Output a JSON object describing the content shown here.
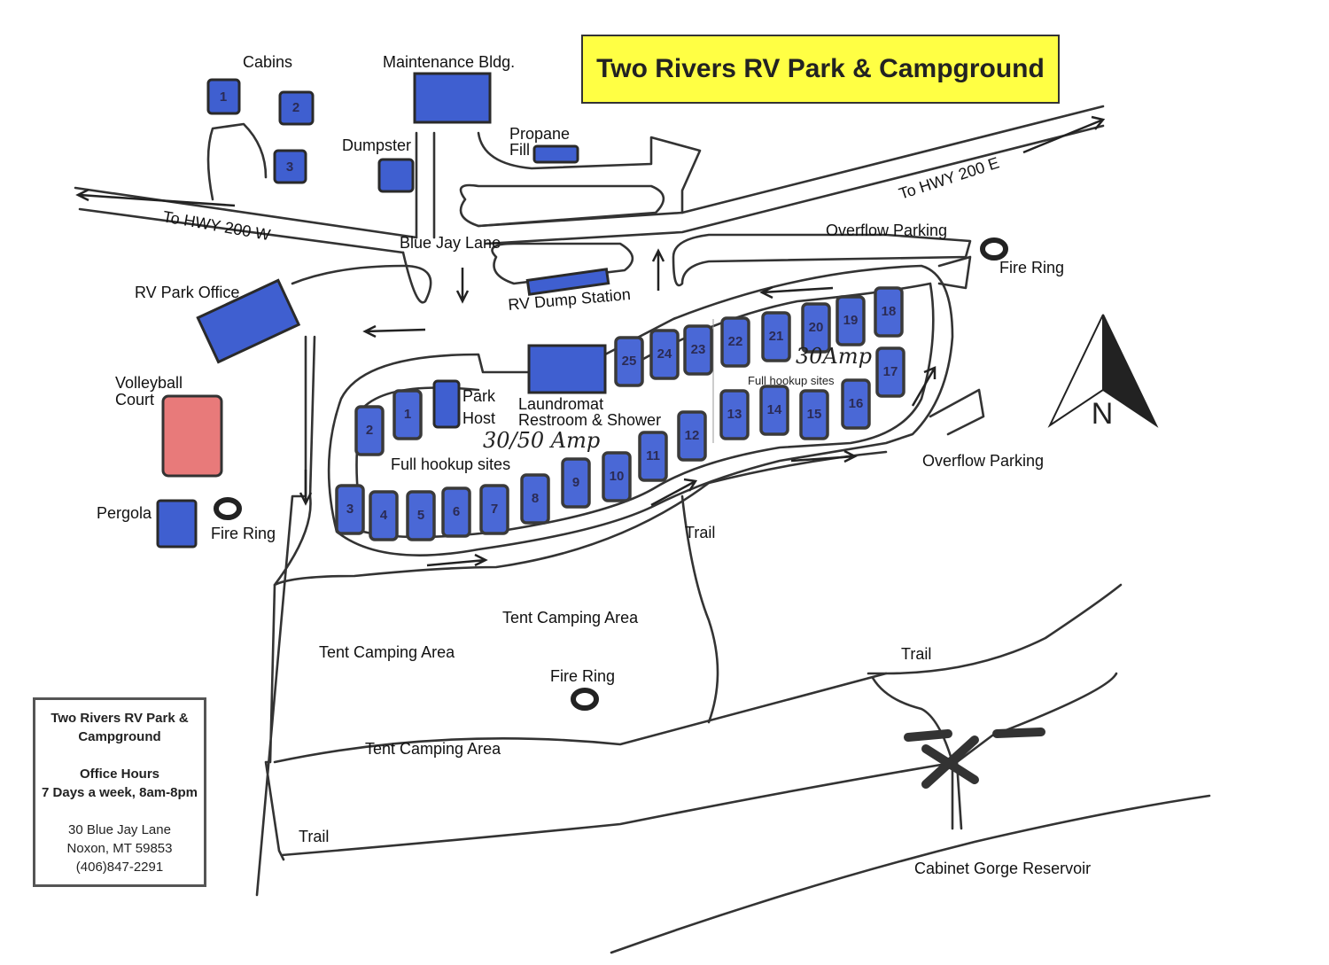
{
  "title": "Two Rivers RV Park & Campground",
  "info_box": {
    "name_line1": "Two Rivers RV Park &",
    "name_line2": "Campground",
    "hours_title": "Office Hours",
    "hours": "7 Days a week, 8am-8pm",
    "address1": "30 Blue Jay Lane",
    "address2": "Noxon, MT  59853",
    "phone": "(406)847-2291"
  },
  "labels": {
    "cabins": "Cabins",
    "maintenance": "Maintenance Bldg.",
    "dumpster": "Dumpster",
    "propane1": "Propane",
    "propane2": "Fill",
    "hwy_w": "To HWY 200 W",
    "hwy_e": "To HWY 200 E",
    "blue_jay": "Blue Jay Lane",
    "overflow_top": "Overflow Parking",
    "overflow_right": "Overflow Parking",
    "fire_ring_ne": "Fire Ring",
    "fire_ring_w": "Fire Ring",
    "fire_ring_c": "Fire Ring",
    "rv_office": "RV Park Office",
    "rv_dump": "RV Dump Station",
    "volleyball1": "Volleyball",
    "volleyball2": "Court",
    "pergola": "Pergola",
    "park_host1": "Park",
    "park_host2": "Host",
    "laundromat1": "Laundromat",
    "laundromat2": "Restroom & Shower",
    "amp_3050": "30/50 Amp",
    "full_hookup_1": "Full hookup sites",
    "full_hookup_2": "Full hookup sites",
    "amp_30": "30Amp",
    "trail_1": "Trail",
    "trail_2": "Trail",
    "trail_3": "Trail",
    "tent_1": "Tent Camping Area",
    "tent_2": "Tent Camping Area",
    "tent_3": "Tent Camping Area",
    "reservoir": "Cabinet Gorge Reservoir",
    "north": "N"
  },
  "cabins": [
    "1",
    "2",
    "3"
  ],
  "sites": [
    "1",
    "2",
    "3",
    "4",
    "5",
    "6",
    "7",
    "8",
    "9",
    "10",
    "11",
    "12",
    "13",
    "14",
    "15",
    "16",
    "17",
    "18",
    "19",
    "20",
    "21",
    "22",
    "23",
    "24",
    "25"
  ],
  "colors": {
    "building": "#3f5fd0",
    "site": "#4a68d6",
    "volleyball": "#e87a7a",
    "title_bg": "#ffff44"
  }
}
